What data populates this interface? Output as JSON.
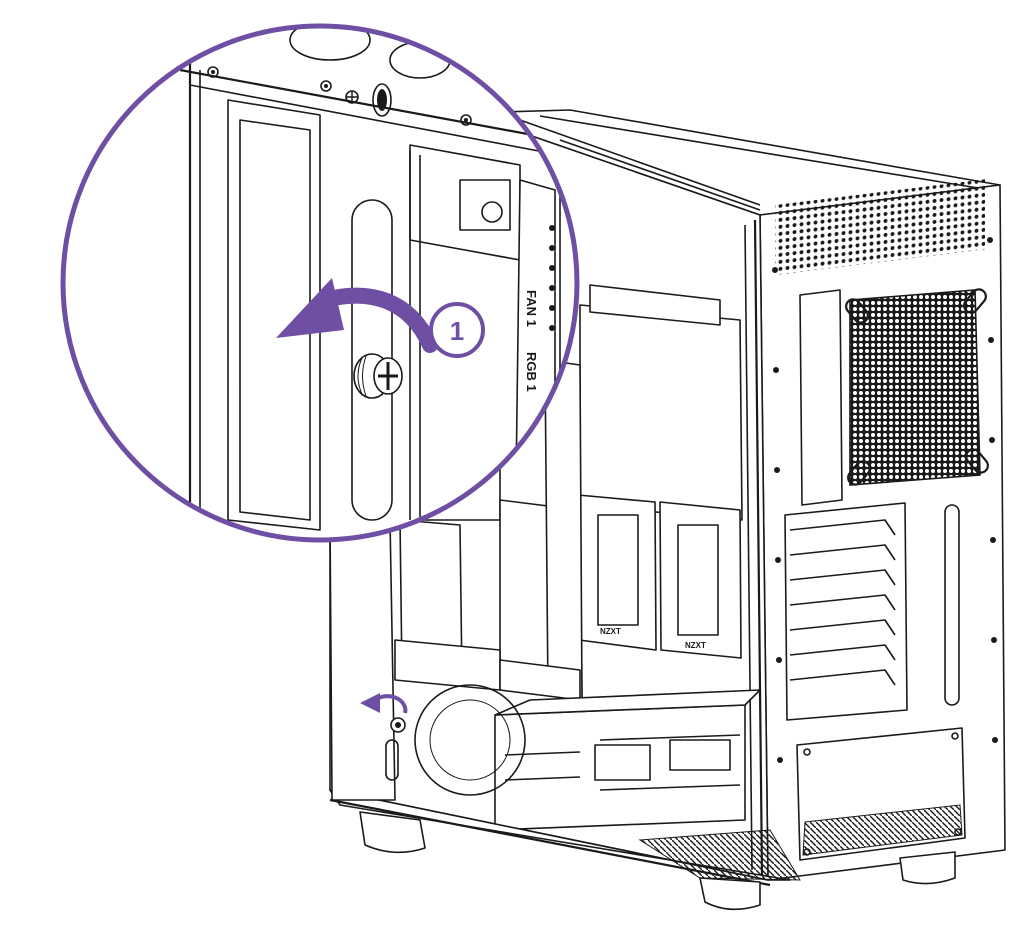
{
  "diagram": {
    "step": {
      "number": "1"
    },
    "header_labels": [
      "FAN 1",
      "RGB 1"
    ],
    "brand_label": "NZXT",
    "accent_color": "#6e4fa3",
    "line_color": "#1a1a1a",
    "icons": [
      "counterclockwise-arrow-icon",
      "thumbscrew-icon"
    ]
  }
}
